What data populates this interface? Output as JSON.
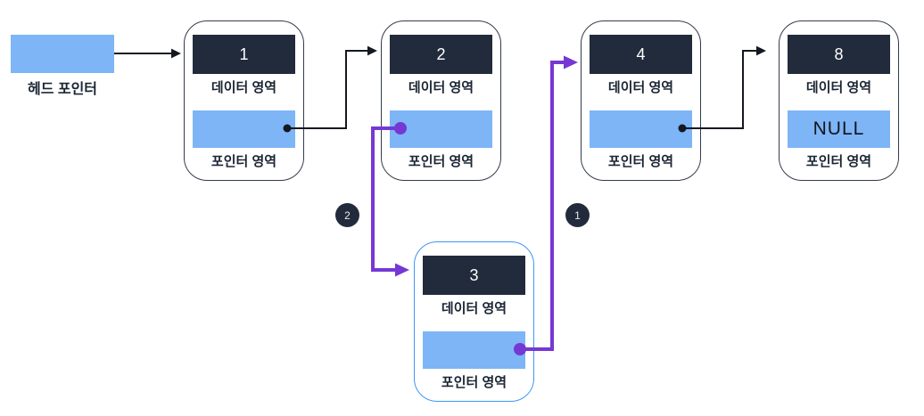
{
  "diagram": {
    "type": "linked-list-node-insertion",
    "head_pointer": {
      "label": "헤드 포인터"
    },
    "nodes": [
      {
        "id": "node-1",
        "value": "1",
        "data_area_label": "데이터 영역",
        "pointer_area_label": "포인터 영역",
        "pointer_value": "",
        "highlighted": false
      },
      {
        "id": "node-2",
        "value": "2",
        "data_area_label": "데이터 영역",
        "pointer_area_label": "포인터 영역",
        "pointer_value": "",
        "highlighted": false
      },
      {
        "id": "node-4",
        "value": "4",
        "data_area_label": "데이터 영역",
        "pointer_area_label": "포인터 영역",
        "pointer_value": "",
        "highlighted": false
      },
      {
        "id": "node-8",
        "value": "8",
        "data_area_label": "데이터 영역",
        "pointer_area_label": "포인터 영역",
        "pointer_value": "NULL",
        "highlighted": false
      },
      {
        "id": "node-3",
        "value": "3",
        "data_area_label": "데이터 영역",
        "pointer_area_label": "포인터 영역",
        "pointer_value": "",
        "highlighted": true
      }
    ],
    "step_badges": [
      {
        "label": "1"
      },
      {
        "label": "2"
      }
    ],
    "colors": {
      "dark_navy": "#212B3B",
      "light_blue": "#7DB5F6",
      "purple": "#7638D4",
      "line_black": "#141821",
      "node_border": "#333B4A",
      "highlight_border": "#3E95F5",
      "text_dark": "#1A2433",
      "background": "#FFFFFF"
    }
  }
}
